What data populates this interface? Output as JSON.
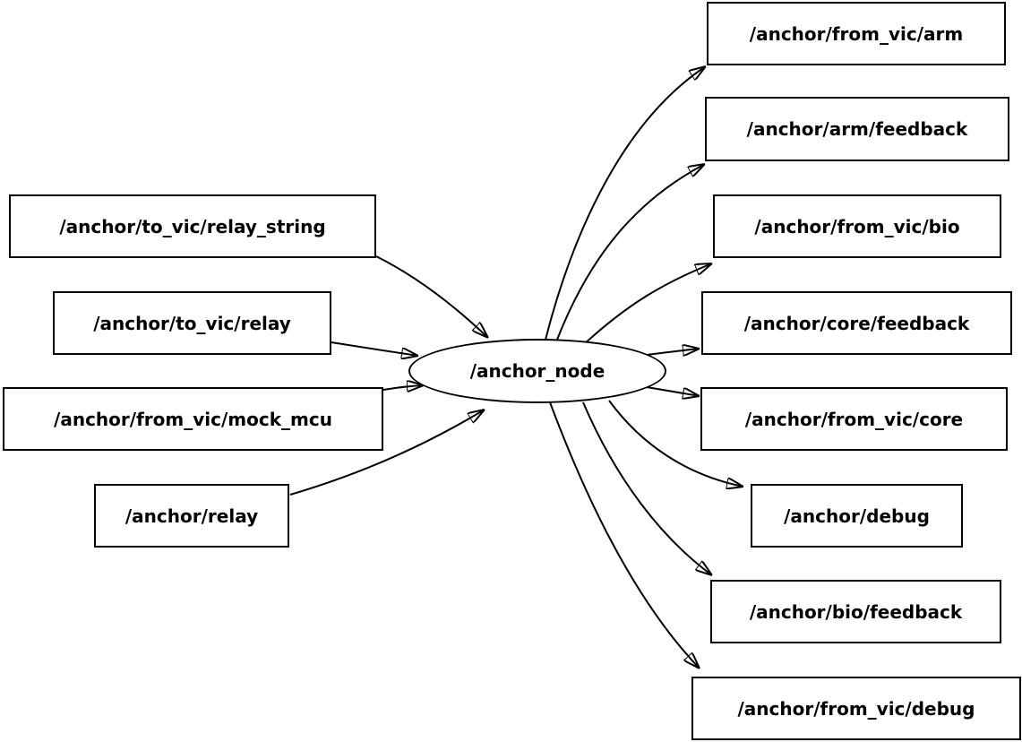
{
  "graph": {
    "center_node": {
      "label": "/anchor_node",
      "shape": "ellipse"
    },
    "inputs": [
      {
        "label": "/anchor/to_vic/relay_string"
      },
      {
        "label": "/anchor/to_vic/relay"
      },
      {
        "label": "/anchor/from_vic/mock_mcu"
      },
      {
        "label": "/anchor/relay"
      }
    ],
    "outputs": [
      {
        "label": "/anchor/from_vic/arm"
      },
      {
        "label": "/anchor/arm/feedback"
      },
      {
        "label": "/anchor/from_vic/bio"
      },
      {
        "label": "/anchor/core/feedback"
      },
      {
        "label": "/anchor/from_vic/core"
      },
      {
        "label": "/anchor/debug"
      },
      {
        "label": "/anchor/bio/feedback"
      },
      {
        "label": "/anchor/from_vic/debug"
      }
    ],
    "edges": [
      {
        "from": "/anchor/to_vic/relay_string",
        "to": "/anchor_node"
      },
      {
        "from": "/anchor/to_vic/relay",
        "to": "/anchor_node"
      },
      {
        "from": "/anchor/from_vic/mock_mcu",
        "to": "/anchor_node"
      },
      {
        "from": "/anchor/relay",
        "to": "/anchor_node"
      },
      {
        "from": "/anchor_node",
        "to": "/anchor/from_vic/arm"
      },
      {
        "from": "/anchor_node",
        "to": "/anchor/arm/feedback"
      },
      {
        "from": "/anchor_node",
        "to": "/anchor/from_vic/bio"
      },
      {
        "from": "/anchor_node",
        "to": "/anchor/core/feedback"
      },
      {
        "from": "/anchor_node",
        "to": "/anchor/from_vic/core"
      },
      {
        "from": "/anchor_node",
        "to": "/anchor/debug"
      },
      {
        "from": "/anchor_node",
        "to": "/anchor/bio/feedback"
      },
      {
        "from": "/anchor_node",
        "to": "/anchor/from_vic/debug"
      }
    ],
    "colors": {
      "background": "#ffffff",
      "node_fill": "#ffffff",
      "stroke": "#000000",
      "text": "#000000"
    }
  }
}
